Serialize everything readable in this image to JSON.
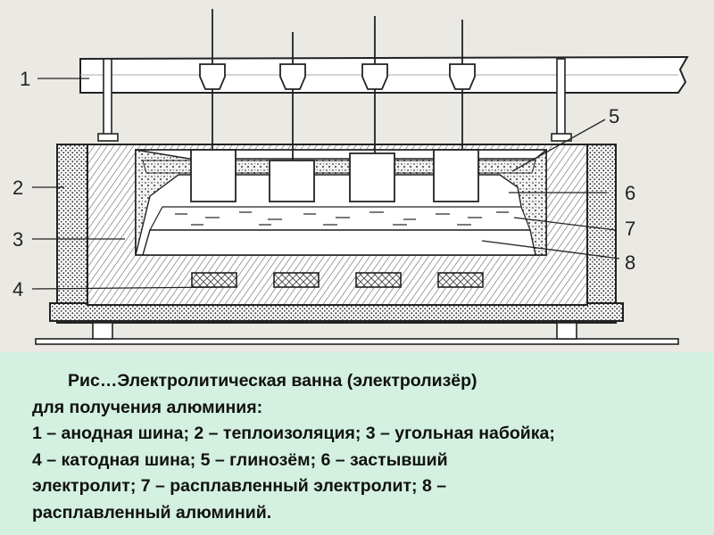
{
  "figure": {
    "callouts": [
      "1",
      "2",
      "3",
      "4",
      "5",
      "6",
      "7",
      "8"
    ]
  },
  "caption": {
    "lines": [
      "Рис…Электролитическая ванна (электролизёр)",
      "для получения алюминия:",
      "1 – анодная шина; 2 – теплоизоляция; 3 – угольная набойка;",
      "4 – катодная шина; 5 – глинозём; 6 – застывший",
      "электролит; 7 – расплавленный электролит; 8 –",
      "расплавленный алюминий."
    ]
  },
  "colors": {
    "background": "#ebe9e4",
    "caption_background": "#d3f0e1",
    "ink": "#222222"
  }
}
